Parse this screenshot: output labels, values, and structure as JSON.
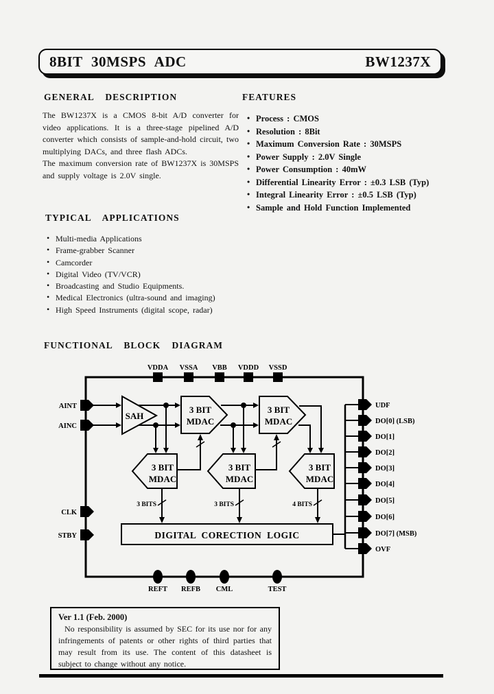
{
  "header": {
    "title": "8BIT 30MSPS ADC",
    "part_number": "BW1237X"
  },
  "general_description": {
    "heading": "GENERAL DESCRIPTION",
    "paragraph1": "The BW1237X is a CMOS 8-bit A/D converter for video applications. It is a three-stage pipelined A/D converter which consists of sample-and-hold circuit, two multiplying DACs, and three flash ADCs.",
    "paragraph2": "The maximum conversion rate of BW1237X is 30MSPS and supply voltage is 2.0V single."
  },
  "features": {
    "heading": "FEATURES",
    "items": [
      "Process : CMOS",
      "Resolution : 8Bit",
      "Maximum Conversion Rate : 30MSPS",
      "Power Supply : 2.0V Single",
      "Power Consumption : 40mW",
      "Differential Linearity Error : ±0.3 LSB (Typ)",
      "Integral Linearity Error : ±0.5 LSB (Typ)",
      "Sample and Hold Function Implemented"
    ]
  },
  "applications": {
    "heading": "TYPICAL APPLICATIONS",
    "items": [
      "Multi-media Applications",
      "Frame-grabber Scanner",
      "Camcorder",
      "Digital Video (TV/VCR)",
      "Broadcasting and Studio Equipments.",
      "Medical Electronics (ultra-sound and imaging)",
      "High Speed Instruments (digital scope, radar)"
    ]
  },
  "diagram": {
    "heading": "FUNCTIONAL BLOCK DIAGRAM",
    "top_pins": [
      "VDDA",
      "VSSA",
      "VBB",
      "VDDD",
      "VSSD"
    ],
    "left_pins": [
      "AINT",
      "AINC",
      "CLK",
      "STBY"
    ],
    "right_pins": [
      "UDF",
      "DO[0] (LSB)",
      "DO[1]",
      "DO[2]",
      "DO[3]",
      "DO[4]",
      "DO[5]",
      "DO[6]",
      "DO[7] (MSB)",
      "OVF"
    ],
    "bottom_pins": [
      "REFT",
      "REFB",
      "CML",
      "TEST"
    ],
    "blocks": {
      "sah": "SAH",
      "mdac_line1": "3 BIT",
      "mdac_line2": "MDAC",
      "dcl": "DIGITAL CORECTION LOGIC"
    },
    "bus_labels": [
      "3 BITS",
      "3 BITS",
      "4 BITS"
    ]
  },
  "footer": {
    "version": "Ver 1.1 (Feb. 2000)",
    "disclaimer": "No responsibility is assumed by SEC for its use nor for any infringements of patents or other rights of third parties that may result from its use. The content of this datasheet is subject to change without any notice."
  }
}
